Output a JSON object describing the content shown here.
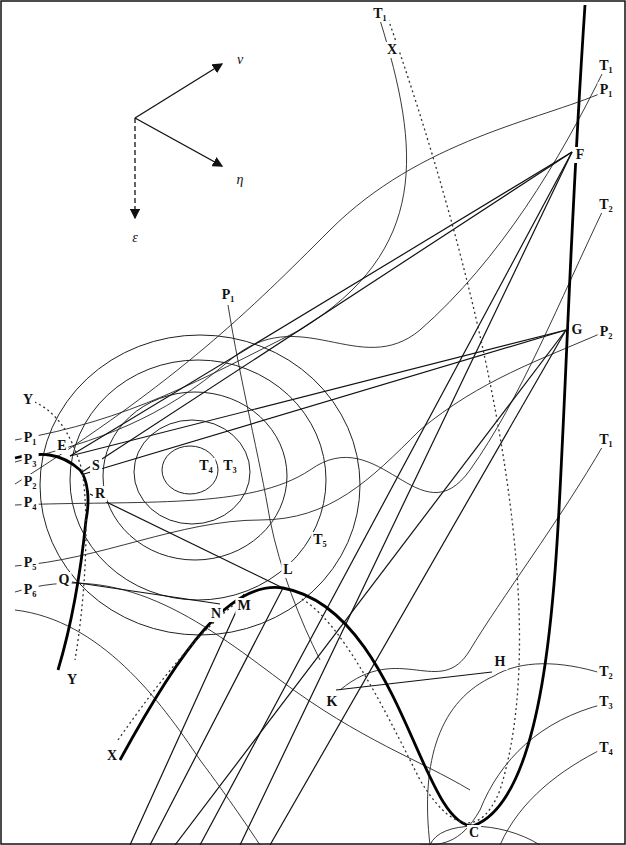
{
  "diagram": {
    "labels": [
      "v",
      "η",
      "ε",
      "T₁",
      "X",
      "T₁",
      "P₁",
      "F",
      "T₂",
      "G",
      "P₂",
      "P₁",
      "Y",
      "P₁",
      "P₃",
      "P₂",
      "P₄",
      "P₅",
      "P₆",
      "E",
      "S",
      "R",
      "Q",
      "T₄",
      "T₃",
      "T₅",
      "N",
      "M",
      "L",
      "Y",
      "X",
      "K",
      "H",
      "C",
      "T₁",
      "T₂",
      "T₃",
      "T₄"
    ]
  }
}
